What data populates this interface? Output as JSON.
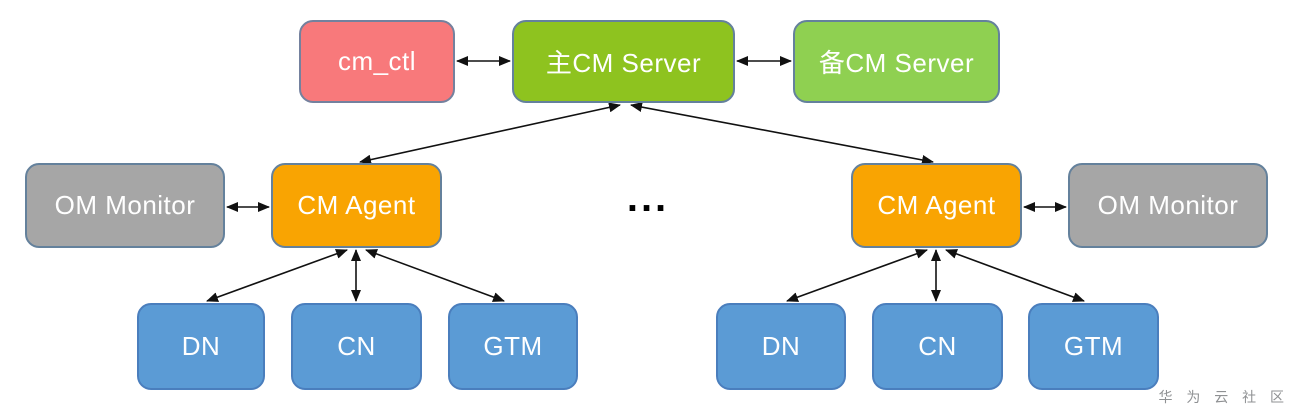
{
  "diagram": {
    "nodes": {
      "cm_ctl": {
        "label": "cm_ctl",
        "fill": "#F8797B"
      },
      "primary_cm_server": {
        "label": "主CM Server",
        "fill": "#8EC31F"
      },
      "standby_cm_server": {
        "label": "备CM Server",
        "fill": "#8FD051"
      },
      "om_monitor_left": {
        "label": "OM Monitor",
        "fill": "#A6A6A6"
      },
      "cm_agent_left": {
        "label": "CM Agent",
        "fill": "#F9A402"
      },
      "cm_agent_right": {
        "label": "CM Agent",
        "fill": "#F9A402"
      },
      "om_monitor_right": {
        "label": "OM Monitor",
        "fill": "#A6A6A6"
      },
      "dn_left": {
        "label": "DN",
        "fill": "#5B9BD5"
      },
      "cn_left": {
        "label": "CN",
        "fill": "#5B9BD5"
      },
      "gtm_left": {
        "label": "GTM",
        "fill": "#5B9BD5"
      },
      "dn_right": {
        "label": "DN",
        "fill": "#5B9BD5"
      },
      "cn_right": {
        "label": "CN",
        "fill": "#5B9BD5"
      },
      "gtm_right": {
        "label": "GTM",
        "fill": "#5B9BD5"
      }
    },
    "ellipsis": "...",
    "watermark": "华 为 云 社 区",
    "colors": {
      "connector": "#111111",
      "border_default": "#64819C",
      "border_blue": "#4A7EBD",
      "text": "#FFFFFF",
      "watermark_text": "#8F9193"
    }
  }
}
